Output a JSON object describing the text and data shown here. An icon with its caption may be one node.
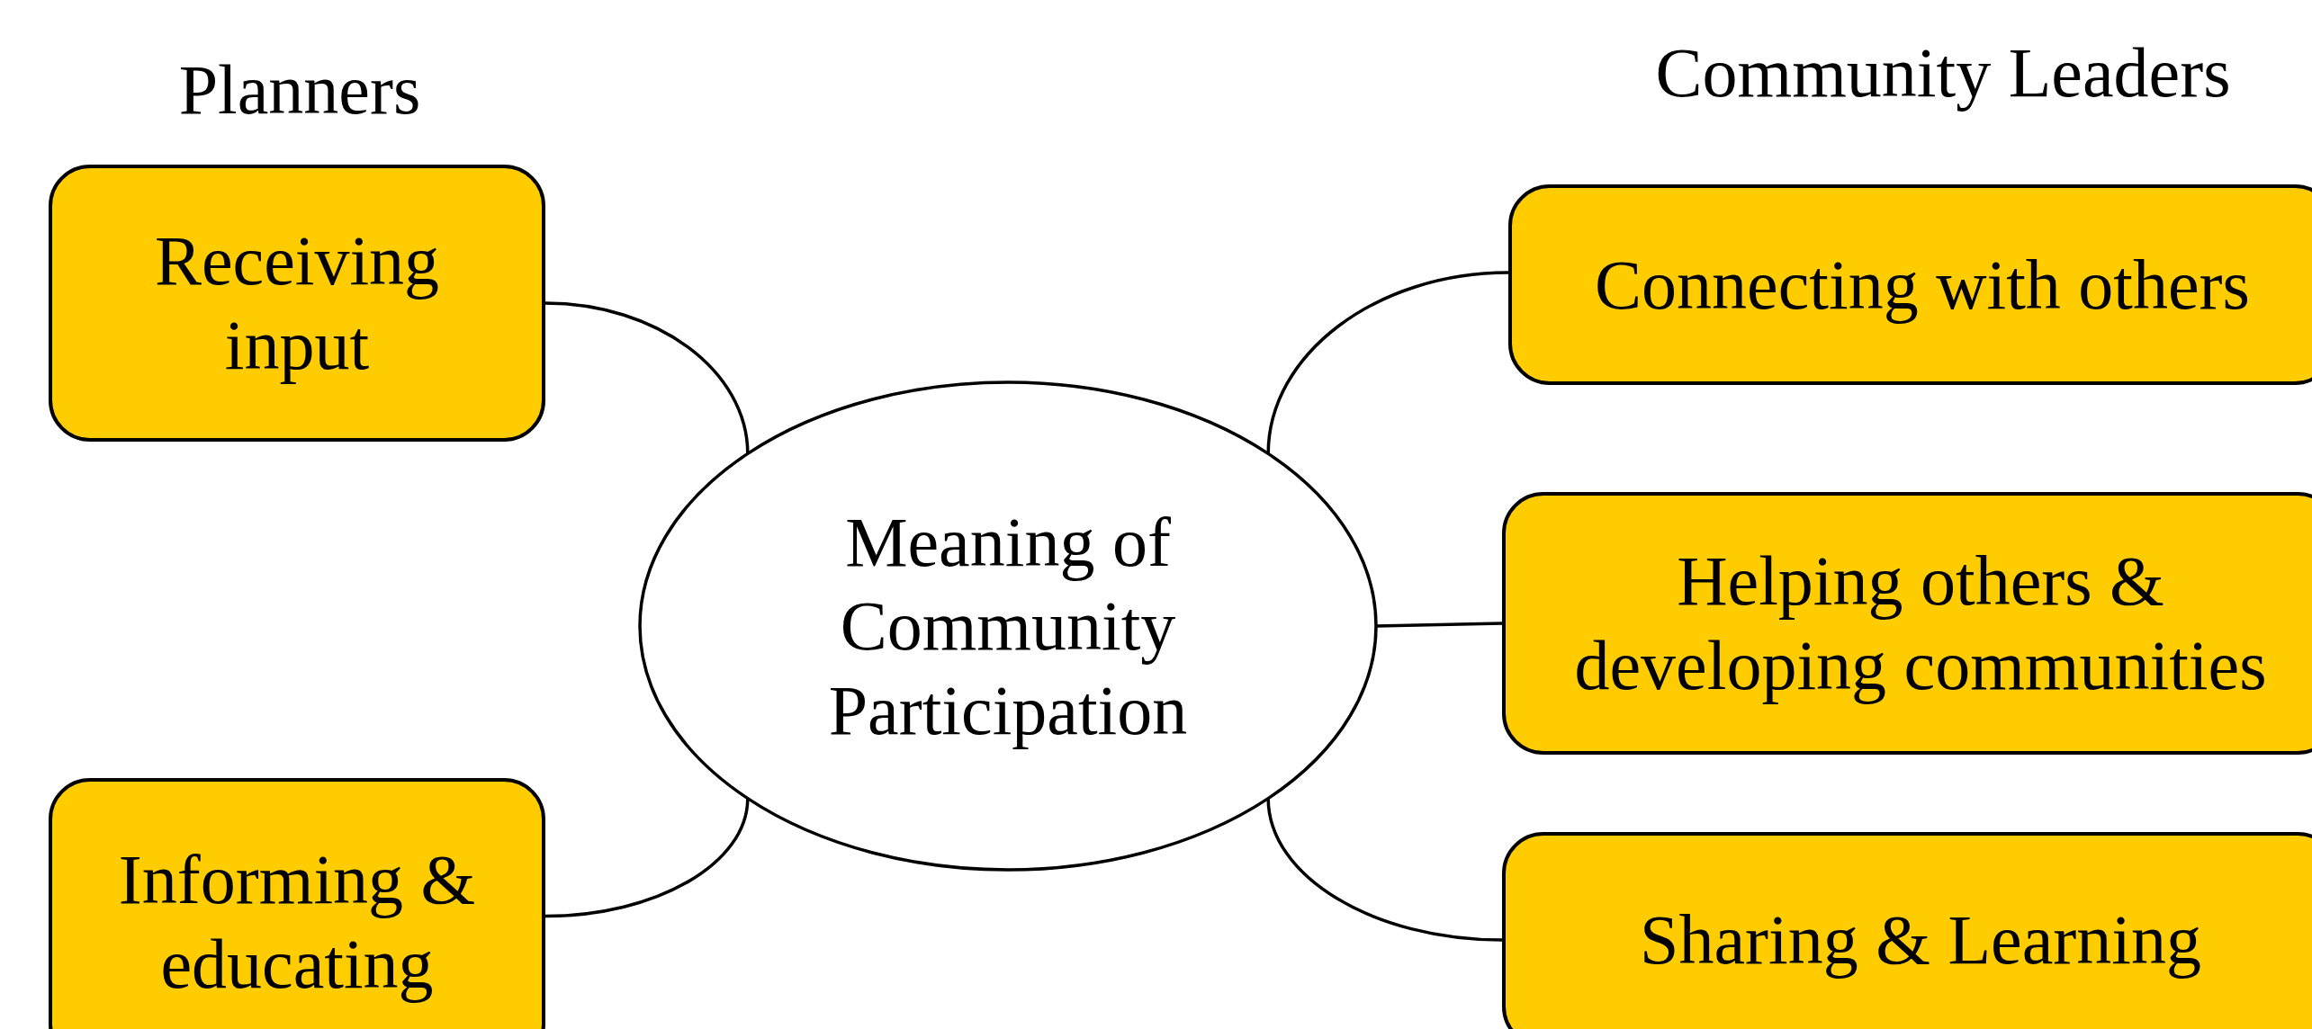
{
  "diagram": {
    "nodes": [
      {
        "text": [
          "Meaning of Community Participation"
        ]
      },
      {
        "text": [
          "Receiving input"
        ]
      },
      {
        "text": [
          "Informing & educating"
        ]
      },
      {
        "text": [
          "Connecting with others"
        ]
      },
      {
        "text": [
          "Helping others & developing communities"
        ]
      },
      {
        "text": [
          "Sharing & Learning"
        ]
      }
    ],
    "edges": [
      {
        "from": 1,
        "to": 0,
        "arrow": "none"
      },
      {
        "from": 2,
        "to": 0,
        "arrow": "none"
      },
      {
        "from": 3,
        "to": 0,
        "arrow": "none"
      },
      {
        "from": 4,
        "to": 0,
        "arrow": "none"
      },
      {
        "from": 5,
        "to": 0,
        "arrow": "none"
      }
    ],
    "labels": [
      "Planners",
      "Community Leaders"
    ]
  }
}
